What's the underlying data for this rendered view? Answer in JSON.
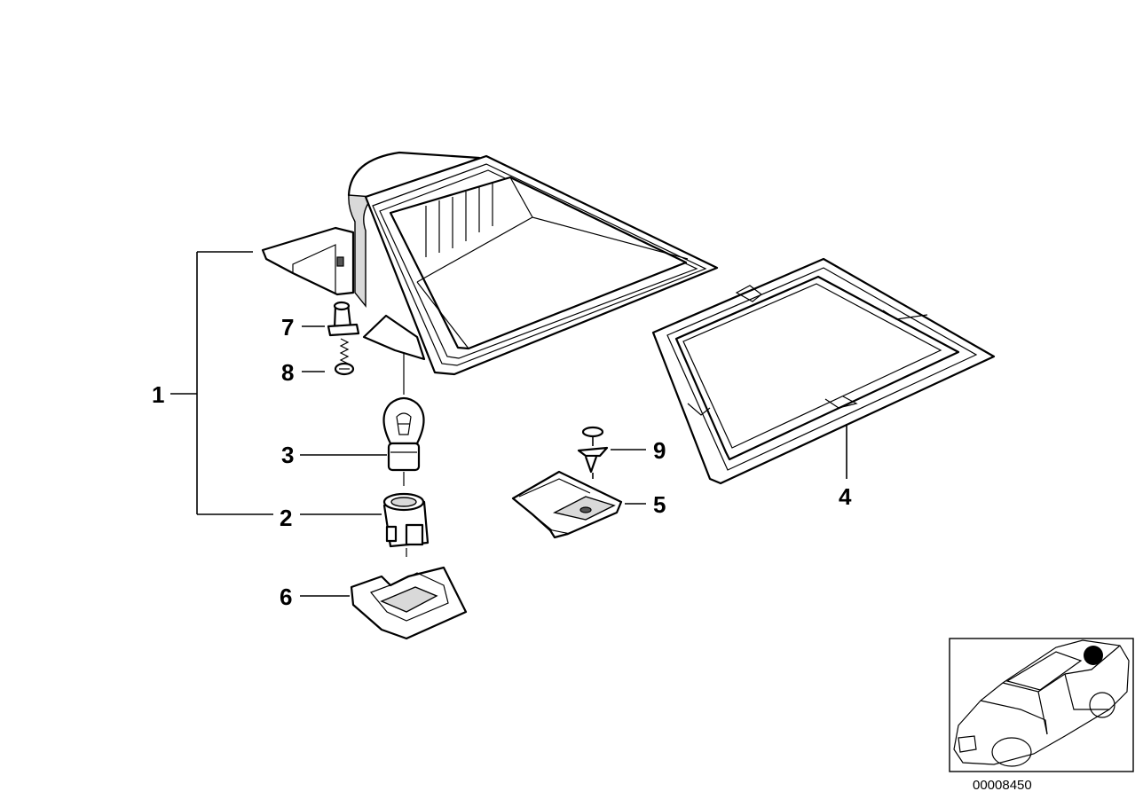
{
  "callouts": [
    {
      "id": "1",
      "label": "1"
    },
    {
      "id": "2",
      "label": "2"
    },
    {
      "id": "3",
      "label": "3"
    },
    {
      "id": "4",
      "label": "4"
    },
    {
      "id": "5",
      "label": "5"
    },
    {
      "id": "6",
      "label": "6"
    },
    {
      "id": "7",
      "label": "7"
    },
    {
      "id": "8",
      "label": "8"
    },
    {
      "id": "9",
      "label": "9"
    }
  ],
  "diagram_code": "00008450",
  "colors": {
    "ink": "#000000",
    "background": "#ffffff",
    "marker": "#000000"
  }
}
